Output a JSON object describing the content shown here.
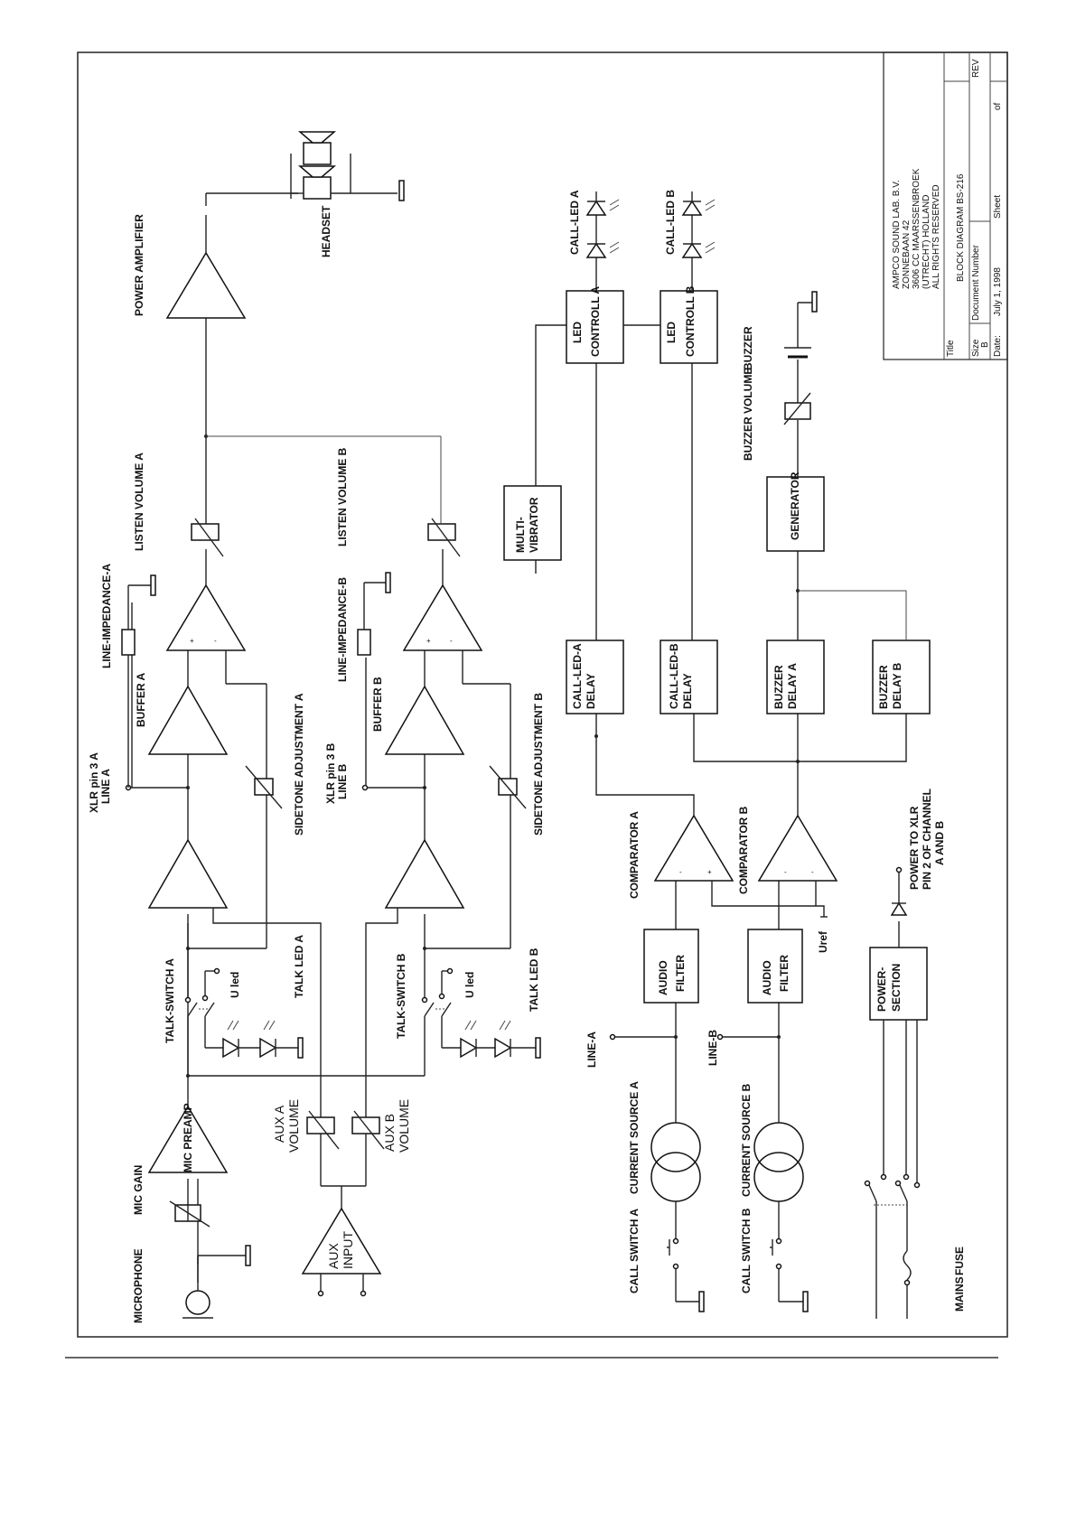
{
  "labels": {
    "microphone": "MICROPHONE",
    "mic_gain": "MIC GAIN",
    "mic_preamp": "MIC PREAMP",
    "talk_switch_a": "TALK-SWITCH A",
    "talk_switch_b": "TALK-SWITCH B",
    "u_led_a": "U led",
    "u_led_b": "U led",
    "talk_led_a": "TALK LED A",
    "talk_led_b": "TALK LED B",
    "xlr_a": "XLR pin 3 A",
    "line_a_top": "LINE A",
    "xlr_b": "XLR pin 3 B",
    "line_b_top": "LINE B",
    "buffer_a": "BUFFER A",
    "buffer_b": "BUFFER B",
    "line_imp_a": "LINE-IMPEDANCE-A",
    "line_imp_b": "LINE-IMPEDANCE-B",
    "sidetone_a": "SIDETONE ADJUSTMENT A",
    "sidetone_b": "SIDETONE ADJUSTMENT B",
    "listen_vol_a": "LISTEN VOLUME A",
    "listen_vol_b": "LISTEN VOLUME B",
    "power_amp": "POWER AMPLIFIER",
    "headset": "HEADSET",
    "aux_a_volume_1": "AUX A",
    "aux_a_volume_2": "VOLUME",
    "aux_b_volume_1": "AUX B",
    "aux_b_volume_2": "VOLUME",
    "aux_input_1": "AUX",
    "aux_input_2": "INPUT",
    "call_switch_a": "CALL SWITCH A",
    "call_switch_b": "CALL SWITCH B",
    "current_source_a": "CURRENT SOURCE A",
    "current_source_b": "CURRENT SOURCE B",
    "line_a": "LINE-A",
    "line_b": "LINE-B",
    "audio_filter": [
      "AUDIO",
      "FILTER"
    ],
    "comparator_a": "COMPARATOR A",
    "comparator_b": "COMPARATOR B",
    "uref": "Uref",
    "call_led_a_delay": [
      "CALL-LED-A",
      "DELAY"
    ],
    "call_led_b_delay": [
      "CALL-LED-B",
      "DELAY"
    ],
    "buzzer_delay_a": [
      "BUZZER",
      "DELAY A"
    ],
    "buzzer_delay_b": [
      "BUZZER",
      "DELAY B"
    ],
    "multivibrator": [
      "MULTI-",
      "VIBRATOR"
    ],
    "led_control_a": [
      "LED",
      "CONTROLL A"
    ],
    "led_control_b": [
      "LED",
      "CONTROLL B"
    ],
    "call_led_a": "CALL-LED A",
    "call_led_b": "CALL-LED B",
    "generator": "GENERATOR",
    "buzzer_volume": "BUZZER VOLUME",
    "buzzer": "BUZZER",
    "power_section": [
      "POWER-",
      "SECTION"
    ],
    "power_to_xlr": [
      "POWER TO XLR",
      "PIN 2 OF CHANNEL",
      "A AND B"
    ],
    "mains": "MAINS",
    "fuse": "FUSE"
  },
  "title_block": {
    "company": [
      "AMPCO SOUND LAB. B.V.",
      "ZONNEBAAN 42",
      "3606 CC MAARSSENBROEK",
      "(UTRECHT) HOLLAND",
      "ALL RIGHTS RESERVED"
    ],
    "title_label": "Title",
    "title": "BLOCK DIAGRAM BS-216",
    "size_label": "Size",
    "size": "B",
    "docnum_label": "Document Number",
    "rev_label": "REV",
    "date_label": "Date:",
    "date": "July 1, 1998",
    "sheet_label": "Sheet",
    "of_label": "of"
  }
}
